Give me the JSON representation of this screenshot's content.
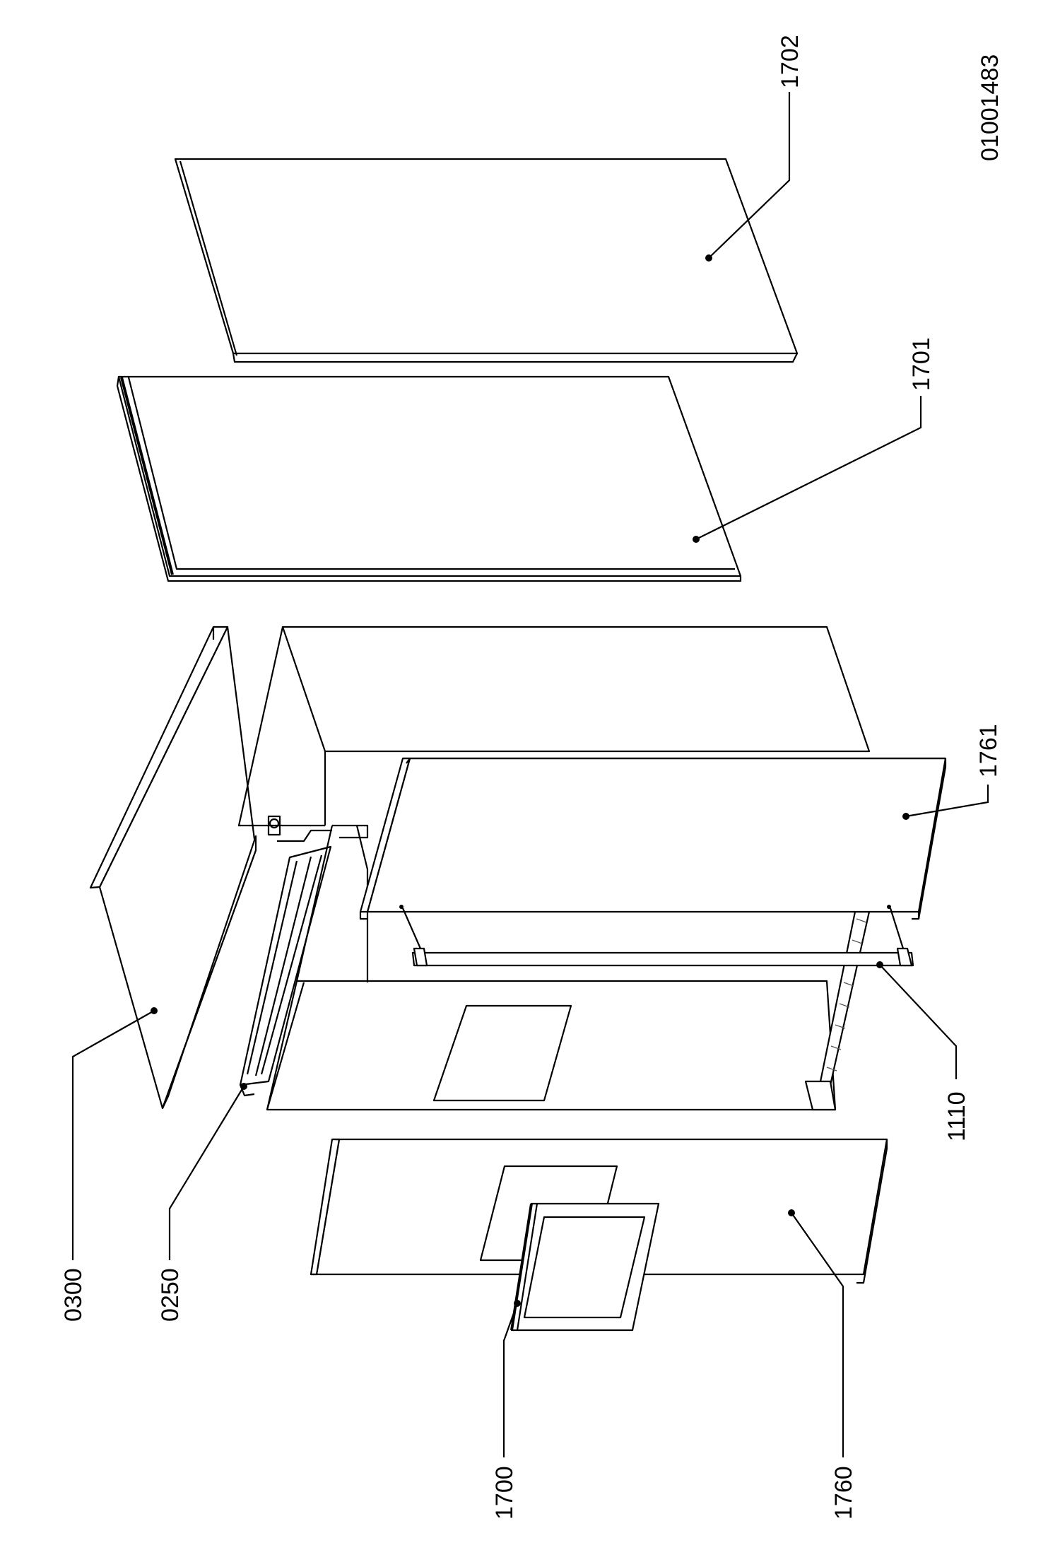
{
  "drawing_number": "01001483",
  "labels": {
    "p0300": "0300",
    "p0250": "0250",
    "p1700": "1700",
    "p1760": "1760",
    "p1110": "1110",
    "p1761": "1761",
    "p1701": "1701",
    "p1702": "1702"
  }
}
